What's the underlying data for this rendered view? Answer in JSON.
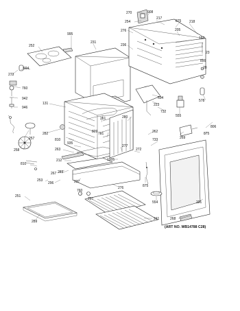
{
  "labels": {
    "l270": "270",
    "l908": "908",
    "l217": "217",
    "l875a": "875",
    "l218": "218",
    "l254": "254",
    "l276": "276",
    "l205": "205",
    "l157": "157",
    "l995": "995",
    "l231": "231",
    "l252": "252",
    "l236": "236",
    "l23": "23",
    "l899": "899",
    "l20": "20",
    "l273": "273",
    "l594": "594",
    "l760a": "760",
    "l942": "942",
    "l946": "946",
    "l131": "131",
    "l534": "534",
    "l223": "223",
    "l732": "732",
    "l555": "555",
    "l578": "578",
    "l282": "282",
    "l261": "261",
    "l809": "809",
    "l761": "761",
    "l280": "280",
    "l257": "257",
    "l258": "258",
    "l810a": "810",
    "l935": "935",
    "l733": "733",
    "l806": "806",
    "l875b": "875",
    "l262": "262",
    "l269": "269",
    "l263": "263",
    "l277": "277",
    "l272": "272",
    "l212": "212",
    "l1005": "1005",
    "l810b": "810",
    "l267": "267",
    "l296": "296",
    "l237": "237",
    "l283": "283",
    "l875c": "875",
    "l253": "253",
    "l276b": "276",
    "l251": "251",
    "l760b": "760",
    "l291": "291",
    "l554": "554",
    "l289": "289",
    "l241": "241",
    "l268": "268",
    "l221": "221"
  },
  "note": "(ART NO. WB14788 C28)"
}
